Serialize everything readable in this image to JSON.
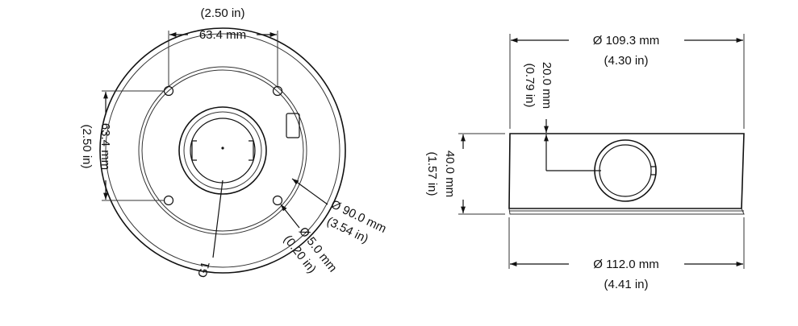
{
  "front_view": {
    "top_inch": "(2.50 in)",
    "top_mm": "63.4 mm",
    "left_mm": "63.4 mm",
    "left_inch": "(2.50 in)",
    "outer_dia_mm": "Ø 90.0 mm",
    "outer_dia_inch": "(3.54 in)",
    "hole_dia_mm": "Ø 5.0 mm",
    "hole_dia_inch": "(0.20 in)",
    "callout": "G1"
  },
  "side_view": {
    "top_dia_mm": "Ø 109.3 mm",
    "top_dia_inch": "(4.30 in)",
    "offset_mm": "20.0 mm",
    "offset_inch": "(0.79 in)",
    "height_mm": "40.0 mm",
    "height_inch": "(1.57 in)",
    "bottom_dia_mm": "Ø 112.0 mm",
    "bottom_dia_inch": "(4.41 in)"
  },
  "colors": {
    "line": "#111111",
    "background": "#ffffff",
    "shade": "#e6e6e6"
  }
}
